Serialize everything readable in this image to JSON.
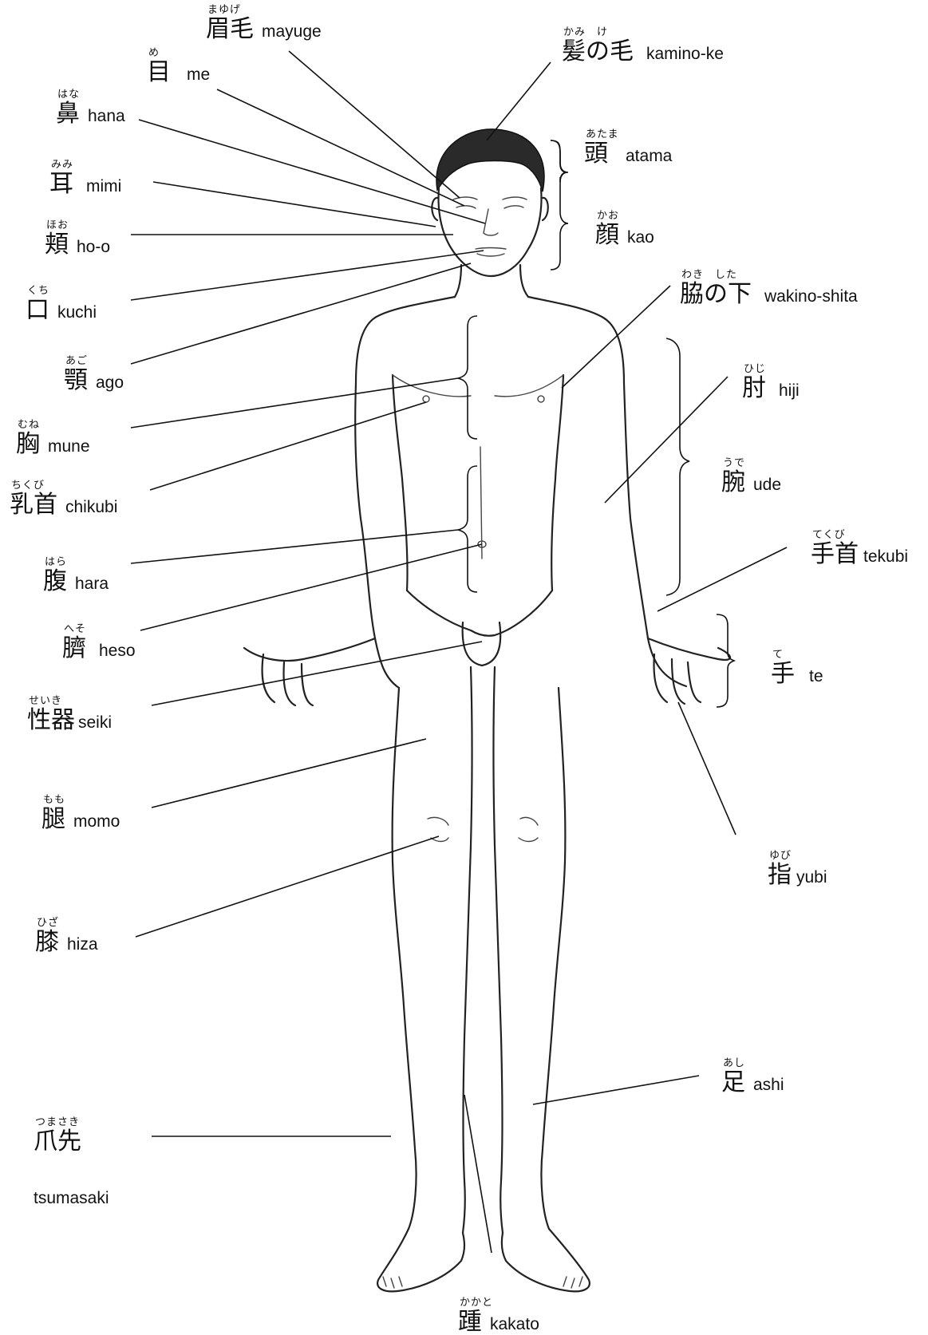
{
  "labels": [
    {
      "id": "mayuge",
      "ruby": "まゆげ",
      "kanji": "眉毛",
      "romaji": "mayuge"
    },
    {
      "id": "me",
      "ruby": "め",
      "kanji": "目",
      "romaji": "me"
    },
    {
      "id": "hana",
      "ruby": "はな",
      "kanji": "鼻",
      "romaji": "hana"
    },
    {
      "id": "mimi",
      "ruby": "みみ",
      "kanji": "耳",
      "romaji": "mimi"
    },
    {
      "id": "hoo",
      "ruby": "ほお",
      "kanji": "頬",
      "romaji": "ho-o"
    },
    {
      "id": "kuchi",
      "ruby": "くち",
      "kanji": "口",
      "romaji": "kuchi"
    },
    {
      "id": "ago",
      "ruby": "あご",
      "kanji": "顎",
      "romaji": "ago"
    },
    {
      "id": "mune",
      "ruby": "むね",
      "kanji": "胸",
      "romaji": "mune"
    },
    {
      "id": "chikubi",
      "ruby": "ちくび",
      "kanji": "乳首",
      "romaji": "chikubi"
    },
    {
      "id": "hara",
      "ruby": "はら",
      "kanji": "腹",
      "romaji": "hara"
    },
    {
      "id": "heso",
      "ruby": "へそ",
      "kanji": "臍",
      "romaji": "heso"
    },
    {
      "id": "seiki",
      "ruby": "せいき",
      "kanji": "性器",
      "romaji": "seiki"
    },
    {
      "id": "momo",
      "ruby": "もも",
      "kanji": "腿",
      "romaji": "momo"
    },
    {
      "id": "hiza",
      "ruby": "ひざ",
      "kanji": "膝",
      "romaji": "hiza"
    },
    {
      "id": "tsumasaki",
      "ruby": "つまさき",
      "kanji": "爪先",
      "romaji": "tsumasaki"
    },
    {
      "id": "kaminoke",
      "ruby": "かみ　け",
      "kanji": "髪の毛",
      "romaji": "kamino-ke"
    },
    {
      "id": "atama",
      "ruby": "あたま",
      "kanji": "頭",
      "romaji": "atama"
    },
    {
      "id": "kao",
      "ruby": "かお",
      "kanji": "顔",
      "romaji": "kao"
    },
    {
      "id": "wakinoshita",
      "ruby": "わき　した",
      "kanji": "脇の下",
      "romaji": "wakino-shita"
    },
    {
      "id": "hiji",
      "ruby": "ひじ",
      "kanji": "肘",
      "romaji": "hiji"
    },
    {
      "id": "ude",
      "ruby": "うで",
      "kanji": "腕",
      "romaji": "ude"
    },
    {
      "id": "tekubi",
      "ruby": "てくび",
      "kanji": "手首",
      "romaji": "tekubi"
    },
    {
      "id": "te",
      "ruby": "て",
      "kanji": "手",
      "romaji": "te"
    },
    {
      "id": "yubi",
      "ruby": "ゆび",
      "kanji": "指",
      "romaji": "yubi"
    },
    {
      "id": "ashi",
      "ruby": "あし",
      "kanji": "足",
      "romaji": "ashi"
    },
    {
      "id": "kakato",
      "ruby": "かかと",
      "kanji": "踵",
      "romaji": "kakato"
    }
  ]
}
